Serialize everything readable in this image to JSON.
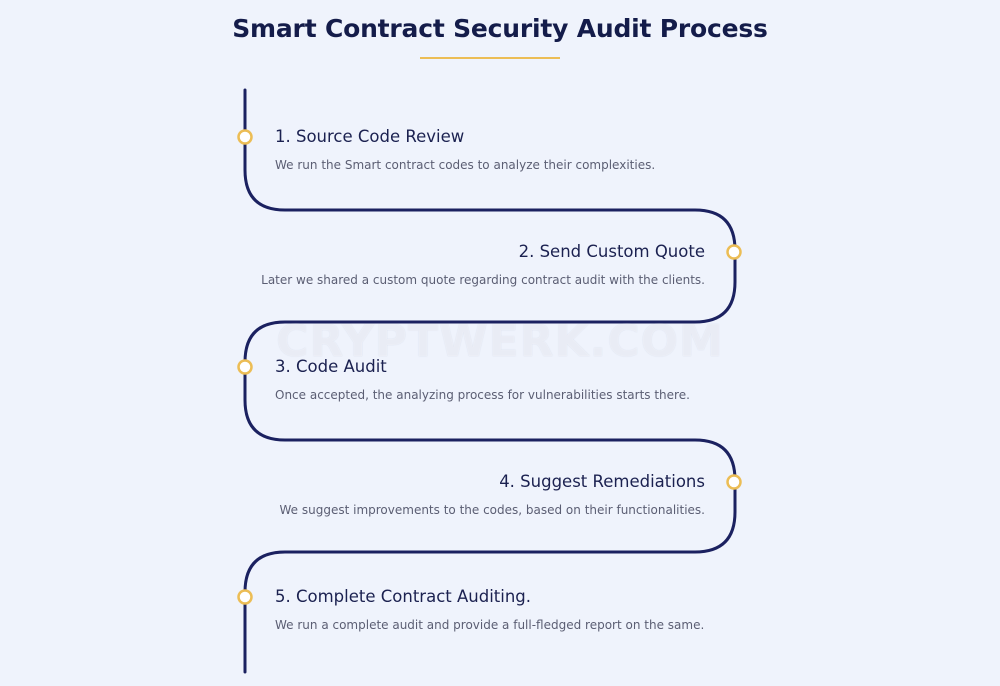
{
  "title": "Smart Contract Security Audit Process",
  "watermark": "CRYPTWERK.COM",
  "colors": {
    "background": "#eff3fc",
    "path": "#1b2160",
    "accent": "#ecbd55",
    "title": "#141c4a",
    "text": "#5b5e73"
  },
  "steps": [
    {
      "title": "1. Source Code Review",
      "description": "We run the Smart contract codes to analyze their complexities."
    },
    {
      "title": "2. Send Custom Quote",
      "description": "Later we shared a custom quote regarding contract audit with the clients."
    },
    {
      "title": "3. Code Audit",
      "description": "Once accepted, the analyzing process for vulnerabilities starts there."
    },
    {
      "title": "4. Suggest Remediations",
      "description": "We suggest improvements to the codes, based on their functionalities."
    },
    {
      "title": "5. Complete Contract Auditing.",
      "description": "We run a complete audit and provide a full-fledged report on the same."
    }
  ]
}
